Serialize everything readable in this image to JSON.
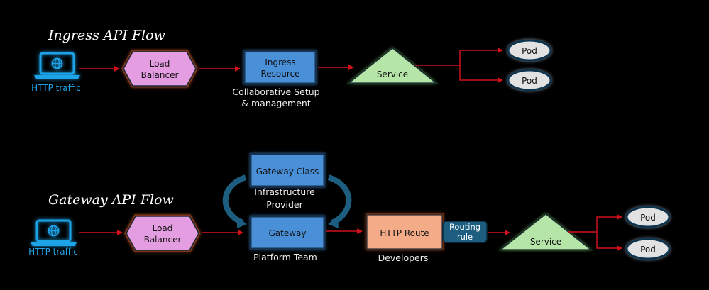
{
  "ingress": {
    "title": "Ingress API Flow",
    "client_label": "HTTP traffic",
    "client_icon": "laptop-globe-icon",
    "load_balancer": [
      "Load",
      "Balancer"
    ],
    "resource": [
      "Ingress",
      "Resource"
    ],
    "resource_caption": [
      "Collaborative Setup",
      "& management"
    ],
    "service": "Service",
    "pods": [
      "Pod",
      "Pod"
    ]
  },
  "gateway": {
    "title": "Gateway API Flow",
    "client_label": "HTTP traffic",
    "client_icon": "laptop-globe-icon",
    "load_balancer": [
      "Load",
      "Balancer"
    ],
    "gateway_class": "Gateway Class",
    "gateway_class_caption": [
      "Infrastructure",
      "Provider"
    ],
    "gateway": "Gateway",
    "gateway_caption": "Platform Team",
    "http_route": "HTTP Route",
    "http_route_caption": "Developers",
    "routing_rule": [
      "Routing",
      "rule"
    ],
    "service": "Service",
    "pods": [
      "Pod",
      "Pod"
    ]
  },
  "colors": {
    "background": "#000000",
    "arrow": "#d0101a",
    "laptop": "#1fa3e8",
    "load_balancer_fill": "#e49de0",
    "load_balancer_glow": "#6b2a10",
    "resource_fill": "#4a90d9",
    "service_fill": "#b5e6a8",
    "pod_fill": "#e2e2e2",
    "http_route_fill": "#f4ab88",
    "routing_rule_fill": "#1d5e80",
    "curve_arrow": "#1d5e80"
  }
}
